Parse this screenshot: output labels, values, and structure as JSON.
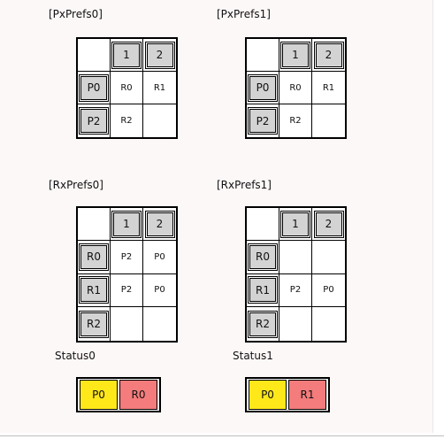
{
  "colors": {
    "cell_fill": "#d3d3d3",
    "status_p": "#ffe81a",
    "status_r": "#f47c7c"
  },
  "panels": [
    {
      "title": "[PxPrefs0]",
      "cols": [
        "1",
        "2"
      ],
      "rows": [
        {
          "head": "P0",
          "cells": [
            "R0",
            "R1"
          ]
        },
        {
          "head": "P2",
          "cells": [
            "R2",
            ""
          ]
        }
      ]
    },
    {
      "title": "[PxPrefs1]",
      "cols": [
        "1",
        "2"
      ],
      "rows": [
        {
          "head": "P0",
          "cells": [
            "R0",
            "R1"
          ]
        },
        {
          "head": "P2",
          "cells": [
            "R2",
            ""
          ]
        }
      ]
    },
    {
      "title": "[RxPrefs0]",
      "cols": [
        "1",
        "2"
      ],
      "rows": [
        {
          "head": "R0",
          "cells": [
            "P2",
            "P0"
          ]
        },
        {
          "head": "R1",
          "cells": [
            "P2",
            "P0"
          ]
        },
        {
          "head": "R2",
          "cells": [
            "",
            ""
          ]
        }
      ]
    },
    {
      "title": "[RxPrefs1]",
      "cols": [
        "1",
        "2"
      ],
      "rows": [
        {
          "head": "R0",
          "cells": [
            "",
            ""
          ]
        },
        {
          "head": "R1",
          "cells": [
            "P2",
            "P0"
          ]
        },
        {
          "head": "R2",
          "cells": [
            "",
            ""
          ]
        }
      ]
    }
  ],
  "status": [
    {
      "label": "Status0",
      "left": "P0",
      "right": "R0"
    },
    {
      "label": "Status1",
      "left": "P0",
      "right": "R1"
    }
  ]
}
